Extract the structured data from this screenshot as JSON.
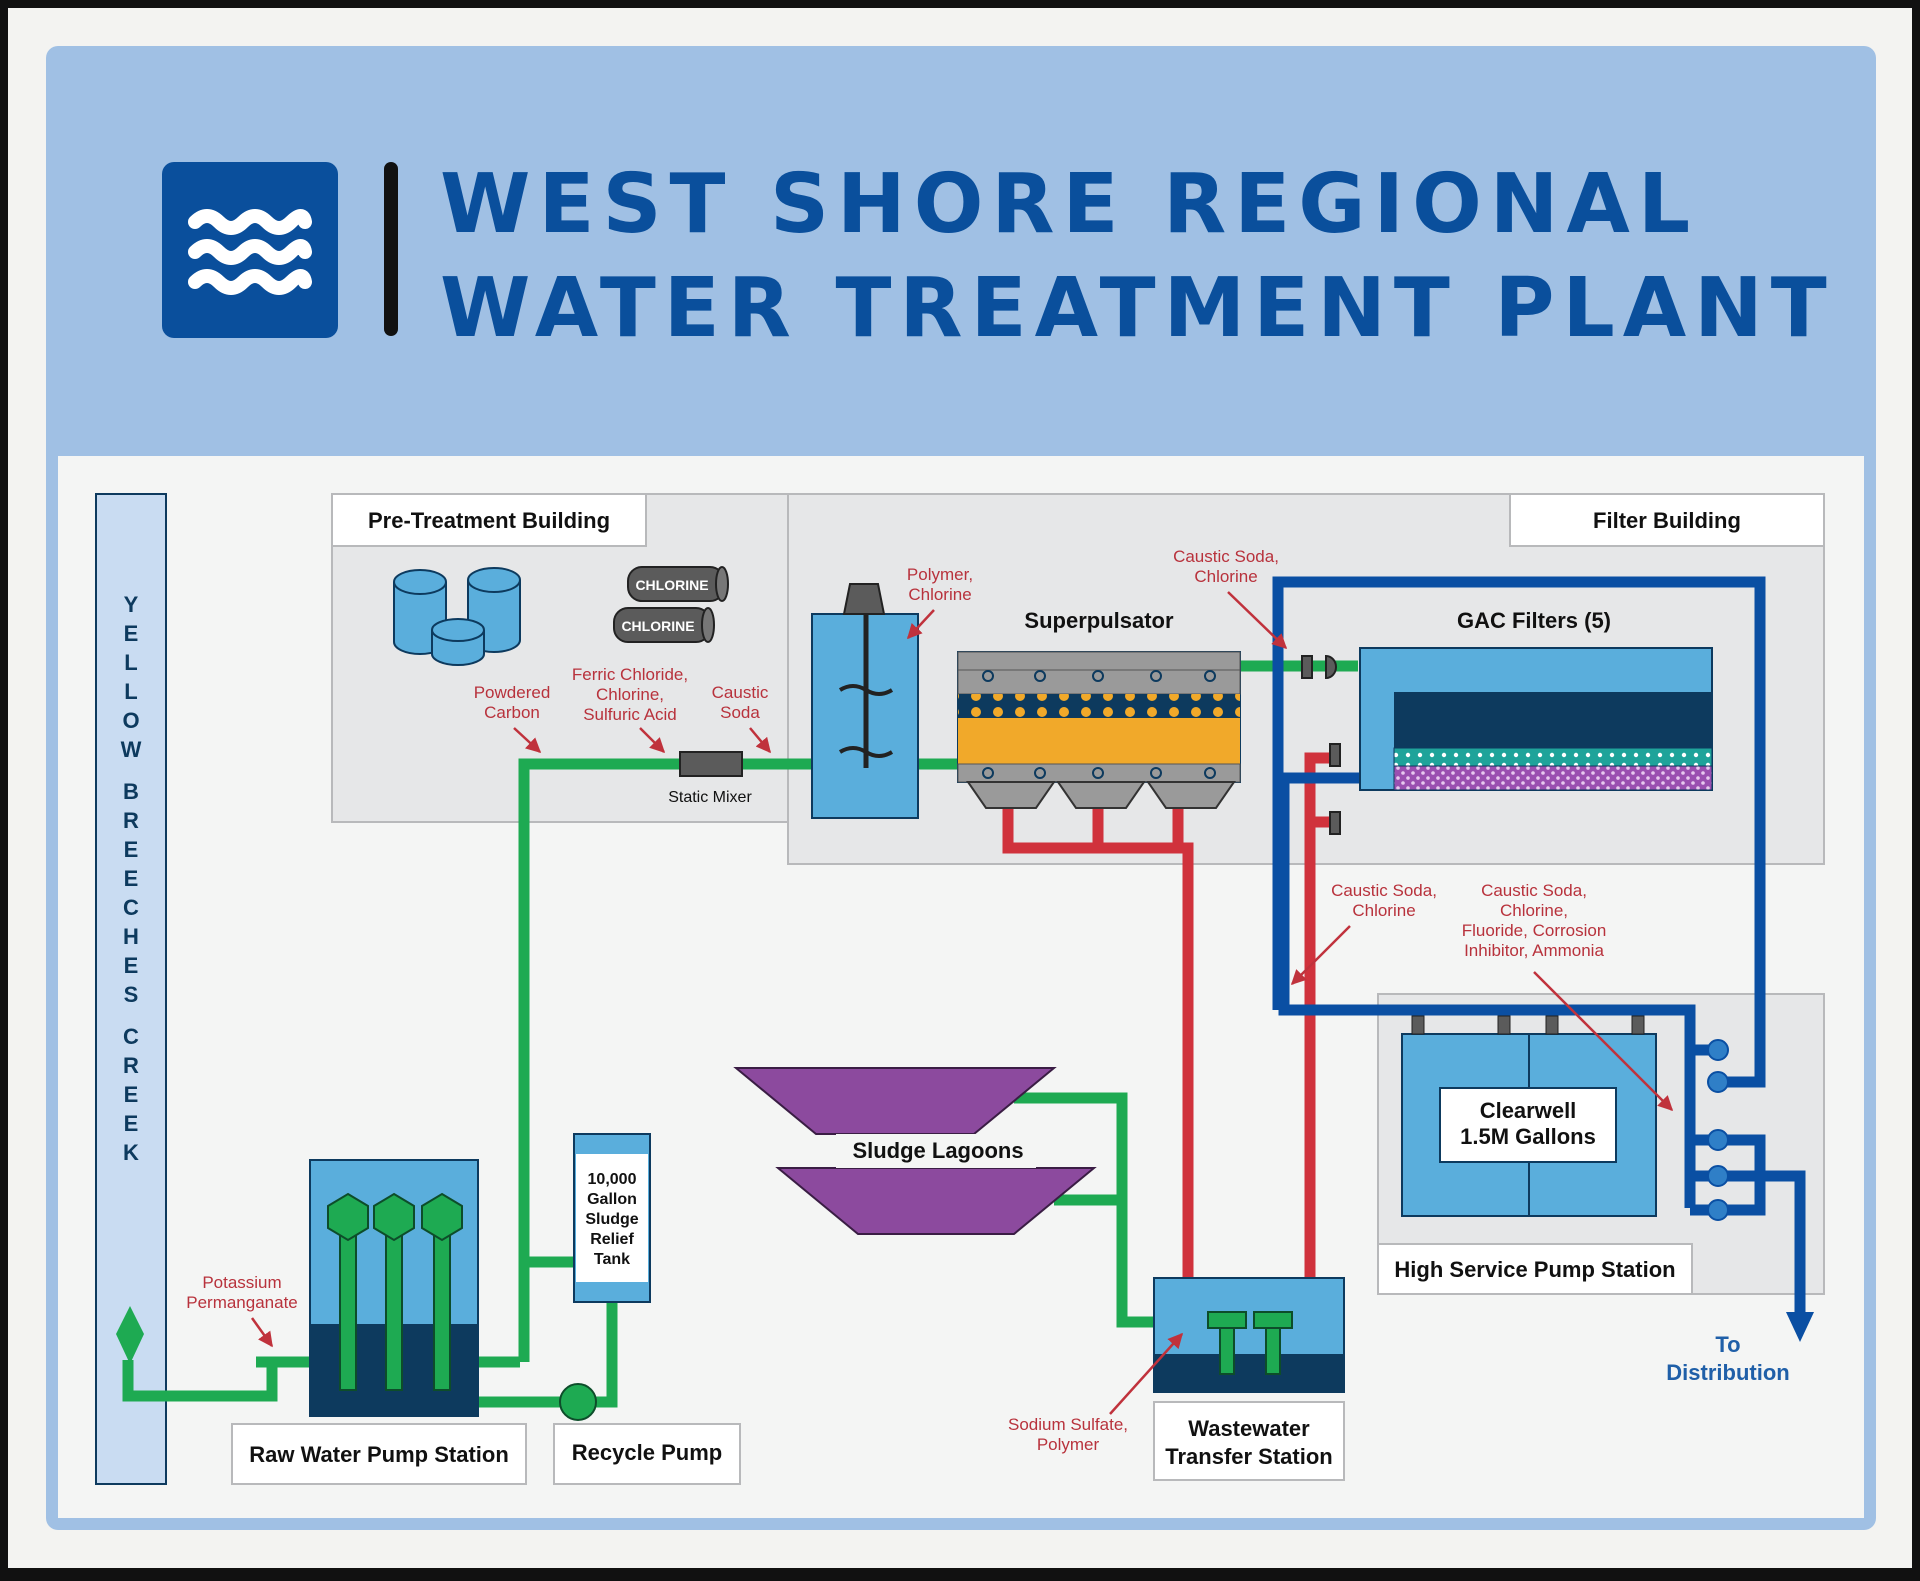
{
  "header": {
    "title_line1": "WEST SHORE REGIONAL",
    "title_line2": "WATER TREATMENT PLANT",
    "logo_icon": "waves-icon"
  },
  "colors": {
    "header_bg": "#a0c0e4",
    "brand_blue": "#0a4f9c",
    "pipe_green": "#1eaa52",
    "pipe_red": "#d0323c",
    "pipe_blue": "#0a4fa3",
    "tank_blue": "#5aaedc",
    "lagoon_purple": "#8c4a9e",
    "label_red": "#b8323c"
  },
  "creek": {
    "label": "YELLOW BREECHES CREEK"
  },
  "buildings": {
    "pretreatment": "Pre-Treatment Building",
    "filter": "Filter Building",
    "high_service": "High Service Pump Station"
  },
  "equipment": {
    "chlorine_1": "CHLORINE",
    "chlorine_2": "CHLORINE",
    "static_mixer": "Static Mixer",
    "superpulsator": "Superpulsator",
    "gac_filters": "GAC Filters (5)",
    "clearwell_line1": "Clearwell",
    "clearwell_line2": "1.5M Gallons",
    "sludge_lagoons": "Sludge Lagoons",
    "sludge_tank": [
      "10,000",
      "Gallon",
      "Sludge",
      "Relief",
      "Tank"
    ],
    "raw_water_pump_station": "Raw Water Pump Station",
    "recycle_pump": "Recycle Pump",
    "wastewater_line1": "Wastewater",
    "wastewater_line2": "Transfer Station"
  },
  "chemicals": {
    "potassium": [
      "Potassium",
      "Permanganate"
    ],
    "powdered_carbon": [
      "Powdered",
      "Carbon"
    ],
    "ferric": [
      "Ferric Chloride,",
      "Chlorine,",
      "Sulfuric Acid"
    ],
    "caustic_soda": [
      "Caustic",
      "Soda"
    ],
    "polymer": [
      "Polymer,",
      "Chlorine"
    ],
    "caustic_chlorine_top": [
      "Caustic Soda,",
      "Chlorine"
    ],
    "caustic_chlorine_mid": [
      "Caustic Soda,",
      "Chlorine"
    ],
    "caustic_full": [
      "Caustic Soda,",
      "Chlorine,",
      "Fluoride, Corrosion",
      "Inhibitor, Ammonia"
    ],
    "sodium_sulfate": [
      "Sodium Sulfate,",
      "Polymer"
    ]
  },
  "outputs": {
    "distribution": [
      "To",
      "Distribution"
    ]
  }
}
